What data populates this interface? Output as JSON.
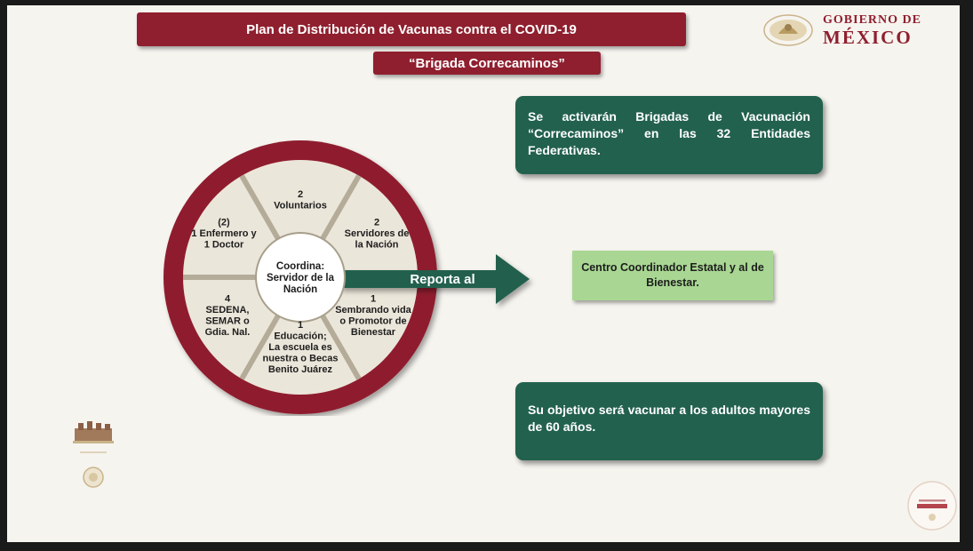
{
  "header": {
    "title": "Plan de Distribución de Vacunas contra el COVID-19",
    "subtitle": "“Brigada Correcaminos”"
  },
  "logo": {
    "line1": "GOBIERNO DE",
    "line2": "MÉXICO",
    "seal_icon": "eagle-seal-icon"
  },
  "wheel": {
    "center": [
      "Coordina:",
      "Servidor de la",
      "Nación"
    ],
    "segments": [
      {
        "lines": [
          "2",
          "Voluntarios"
        ]
      },
      {
        "lines": [
          "2",
          "Servidores de",
          "la Nación"
        ]
      },
      {
        "lines": [
          "1",
          "Sembrando vida",
          "o Promotor de",
          "Bienestar"
        ]
      },
      {
        "lines": [
          "1",
          "Educación;",
          "La escuela es",
          "nuestra o Becas",
          "Benito Juárez"
        ]
      },
      {
        "lines": [
          "4",
          "SEDENA,",
          "SEMAR o",
          "Gdia. Nal."
        ]
      },
      {
        "lines": [
          "(2)",
          "1 Enfermero y",
          "1 Doctor"
        ]
      }
    ],
    "arrow_label": "Reporta al",
    "colors": {
      "ring": "#8f1f2e",
      "segment": "#ebe6da",
      "divider": "#b4ab98",
      "arrow": "#22614d"
    }
  },
  "boxes": {
    "activation": "Se activarán Brigadas de Vacunación “Correcaminos” en las 32 Entidades Federativas.",
    "center": "Centro Coordinador Estatal y al de Bienestar.",
    "objective": "Su objetivo será vacunar a los adultos mayores de 60 años."
  },
  "colors": {
    "maroon": "#8f1f2e",
    "green": "#22614d",
    "light_green": "#a9d793",
    "background": "#f6f4ef"
  }
}
